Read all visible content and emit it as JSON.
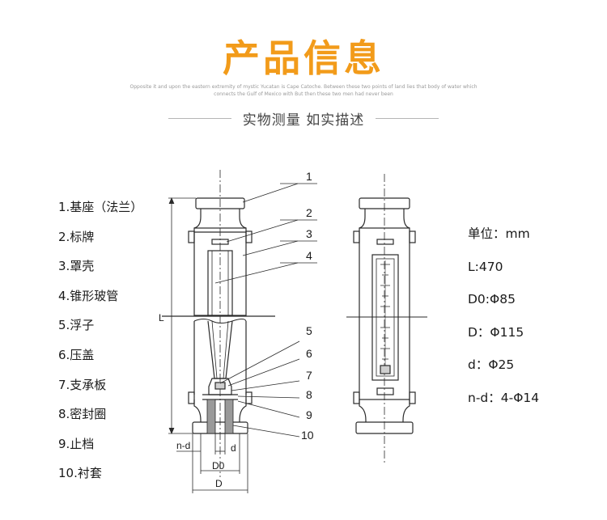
{
  "header": {
    "title": "产品信息",
    "en_line_1": "Opposite it and upon the eastern extremity of mystic Yucatan is Cape Catoche. Between these two points of land lies that body of water which",
    "en_line_2": "connects the Gulf of Mexico with But then these two men had never been",
    "tagline": "实物测量 如实描述"
  },
  "parts": [
    "1.基座（法兰）",
    "2.标牌",
    "3.罩壳",
    "4.锥形玻管",
    "5.浮子",
    "6.压盖",
    "7.支承板",
    "8.密封圈",
    "9.止档",
    "10.衬套"
  ],
  "specs": [
    "单位：mm",
    "L:470",
    "D0:Φ85",
    "D：Φ115",
    "d：Φ25",
    "n-d：4-Φ14"
  ],
  "drawing": {
    "callouts": [
      "1",
      "2",
      "3",
      "4",
      "5",
      "6",
      "7",
      "8",
      "9",
      "10"
    ],
    "dim_L": "L",
    "dim_nd": "n-d",
    "dim_d": "d",
    "dim_D0": "D0",
    "dim_D": "D"
  },
  "colors": {
    "title": "#f29b1a",
    "background": "#f4f4f4",
    "line": "#2a2a2a"
  }
}
